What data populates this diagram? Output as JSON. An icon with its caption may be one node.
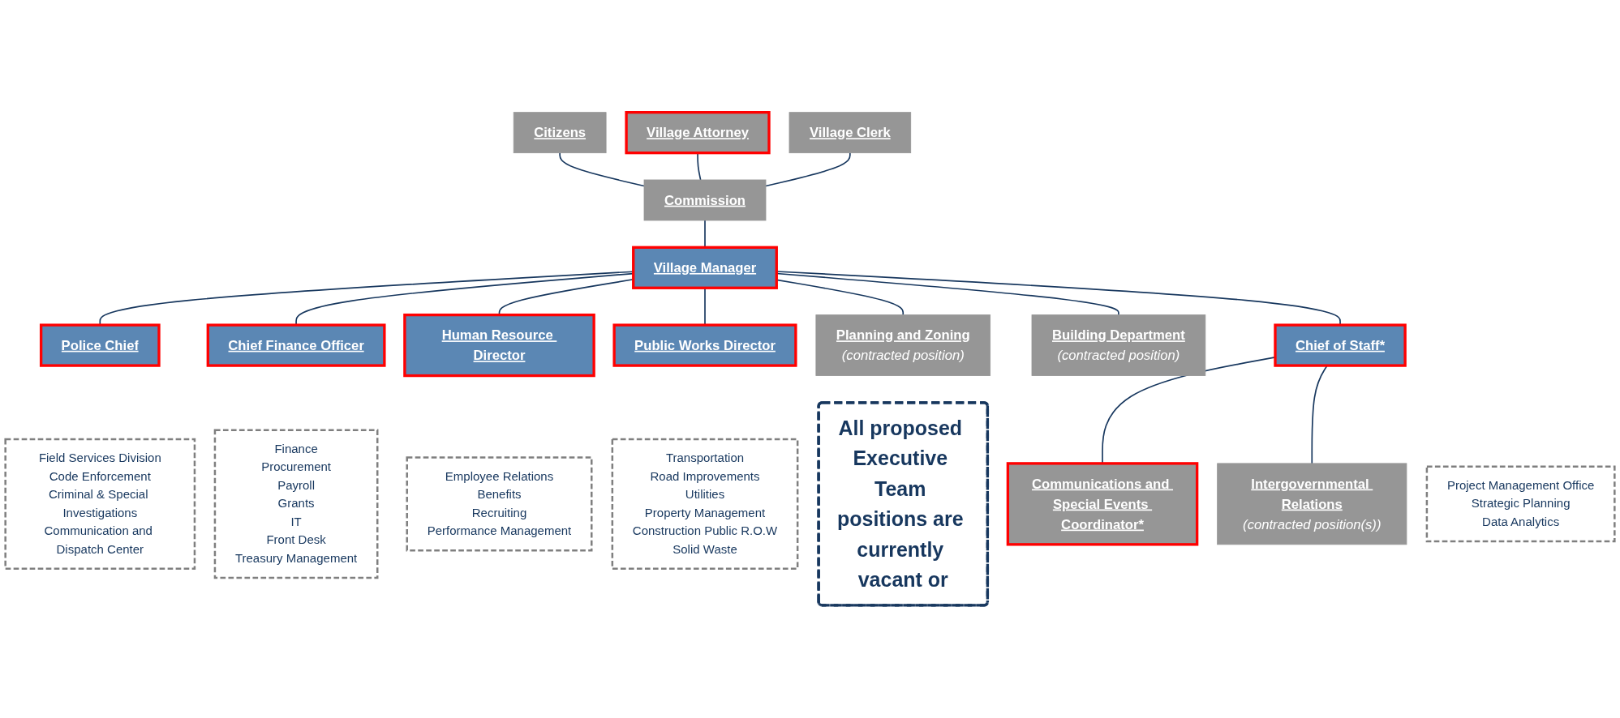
{
  "diagram": {
    "nodes": [
      {
        "text": [
          "Citizens"
        ]
      },
      {
        "text": [
          "Village Attorney"
        ]
      },
      {
        "text": [
          "Commission"
        ]
      },
      {
        "text": [
          "Village Clerk"
        ]
      },
      {
        "text": [
          "Village Manager"
        ]
      },
      {
        "text": [
          "Chief of Staff*"
        ]
      },
      {
        "text": [
          "Police Chief"
        ]
      },
      {
        "text": [
          "Chief Finance Officer"
        ]
      },
      {
        "text": [
          "Human Resource Director"
        ]
      },
      {
        "text": [
          "Public Works Director"
        ]
      },
      {
        "text": [
          "Building Department",
          "(contracted position)"
        ]
      },
      {
        "text": [
          "Planning and Zoning",
          "(contracted position)"
        ]
      },
      {
        "text": [
          "Project Management Office",
          "Strategic Planning",
          "Data Analytics"
        ]
      },
      {
        "text": [
          "Communications and Special Events Coordinator*"
        ]
      },
      {
        "text": [
          "Intergovernmental Relations",
          "(contracted position(s))"
        ]
      },
      {
        "text": [
          "Field Services Division",
          "Code Enforcement",
          "Criminal & Special Investigations",
          "Communication and Dispatch Center"
        ]
      },
      {
        "text": [
          "Finance",
          "Procurement",
          "Payroll",
          "Grants",
          "IT",
          "Front Desk",
          "Treasury Management"
        ]
      },
      {
        "text": [
          "Employee Relations",
          "Benefits",
          "Recruiting",
          "Performance Management"
        ]
      },
      {
        "text": [
          "Transportation",
          "Road Improvements",
          "Utilities",
          "Property Management",
          "Construction Public R.O.W",
          "Solid Waste"
        ]
      },
      {
        "text": [
          "All proposed Executive Team positions are currently vacant or"
        ]
      }
    ],
    "edges": [
      {
        "from": 0,
        "to": 2,
        "arrow": "none"
      },
      {
        "from": 1,
        "to": 2,
        "arrow": "none"
      },
      {
        "from": 3,
        "to": 2,
        "arrow": "none"
      },
      {
        "from": 2,
        "to": 4,
        "arrow": "none"
      },
      {
        "from": 4,
        "to": 6,
        "arrow": "none"
      },
      {
        "from": 4,
        "to": 7,
        "arrow": "none"
      },
      {
        "from": 4,
        "to": 8,
        "arrow": "none"
      },
      {
        "from": 4,
        "to": 9,
        "arrow": "none"
      },
      {
        "from": 4,
        "to": 10,
        "arrow": "none"
      },
      {
        "from": 4,
        "to": 11,
        "arrow": "none"
      },
      {
        "from": 4,
        "to": 5,
        "arrow": "none"
      },
      {
        "from": 5,
        "to": 13,
        "arrow": "none"
      },
      {
        "from": 5,
        "to": 14,
        "arrow": "none"
      }
    ]
  }
}
